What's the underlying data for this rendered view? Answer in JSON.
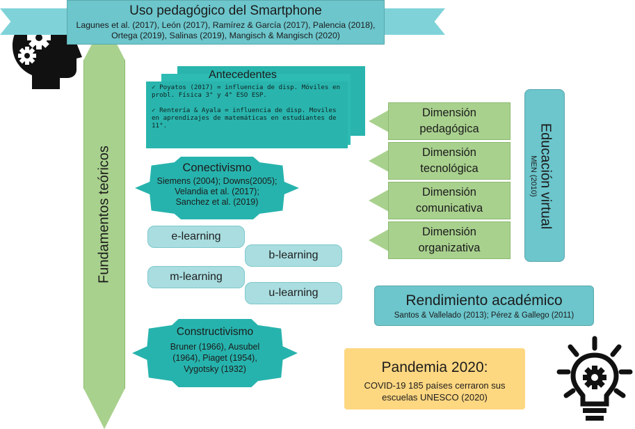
{
  "fundamentos": "Fundamentos teóricos",
  "smartphone": {
    "title": "Uso pedagógico del Smartphone",
    "refs": "Lagunes et al. (2017), León (2017), Ramírez & García (2017), Palencia (2018), Ortega (2019), Salinas (2019), Mangisch & Mangisch (2020)"
  },
  "antecedentes": {
    "title": "Antecedentes",
    "items": [
      "✓ Poyatos (2017) = influencia de disp. Móviles en probl. Física 3° y 4° ESO ESP.",
      "✓ Rentería & Ayala = influencia de disp. Moviles en aprendizajes de matemáticas en estudiantes de 11°."
    ]
  },
  "conectivismo": {
    "title": "Conectivismo",
    "lines": [
      "Siemens (2004); Downs(2005);",
      "Velandia et al. (2017);",
      "Sanchez et al. (2019)"
    ]
  },
  "learning": [
    "e-learning",
    "b-learning",
    "m-learning",
    "u-learning"
  ],
  "constructivismo": {
    "title": "Constructivismo",
    "lines": [
      "Bruner (1966), Ausubel",
      "(1964), Piaget (1954),",
      "Vygotsky (1932)"
    ]
  },
  "dimensiones": [
    {
      "l1": "Dimensión",
      "l2": "pedagógica"
    },
    {
      "l1": "Dimensión",
      "l2": "tecnológica"
    },
    {
      "l1": "Dimensión",
      "l2": "comunicativa"
    },
    {
      "l1": "Dimensión",
      "l2": "organizativa"
    }
  ],
  "educacion": {
    "title": "Educación virtual",
    "sub": "MEN (2010)"
  },
  "rendimiento": {
    "title": "Rendimiento académico",
    "refs": "Santos & Vallelado (2013); Pérez & Gallego (2011)"
  },
  "pandemia": {
    "title": "Pandemia 2020:",
    "l1": "COVID-19 185 países cerraron sus",
    "l2": "escuelas UNESCO (2020)"
  },
  "icons": [
    "head-gears-icon",
    "lightbulb-gear-icon"
  ]
}
